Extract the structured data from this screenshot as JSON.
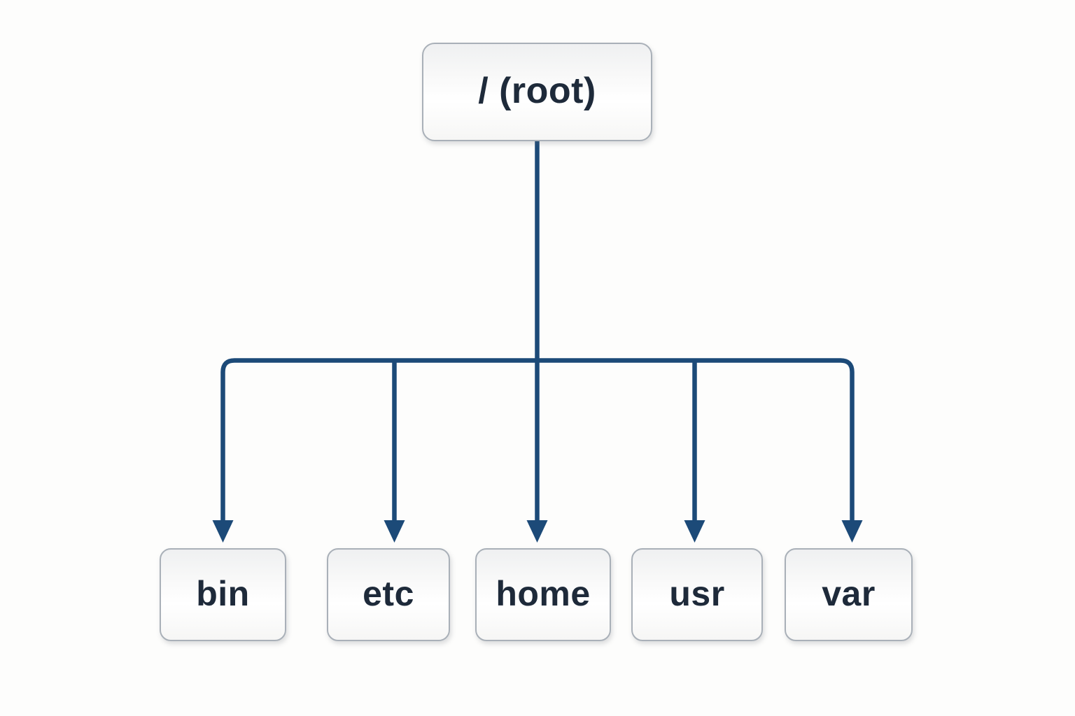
{
  "diagram": {
    "root": {
      "label": "/ (root)"
    },
    "children": [
      {
        "id": "bin",
        "label": "bin"
      },
      {
        "id": "etc",
        "label": "etc"
      },
      {
        "id": "home",
        "label": "home"
      },
      {
        "id": "usr",
        "label": "usr"
      },
      {
        "id": "var",
        "label": "var"
      }
    ],
    "colors": {
      "background": "#fdfdfc",
      "connector": "#1c4a78",
      "label_text": "#1e2a3a",
      "node_border": "#a9b0b8"
    }
  }
}
